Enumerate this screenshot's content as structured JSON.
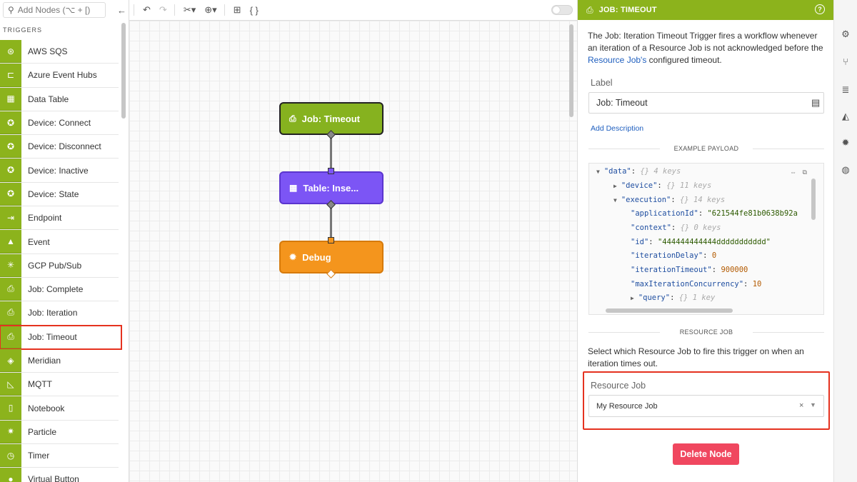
{
  "palette": {
    "search_placeholder": "Add Nodes (⌥ + [)",
    "section_heading": "TRIGGERS",
    "items": [
      {
        "label": "AWS SQS",
        "icon": "aws-sqs-icon",
        "glyph": "⊛"
      },
      {
        "label": "Azure Event Hubs",
        "icon": "azure-event-hubs-icon",
        "glyph": "⊏"
      },
      {
        "label": "Data Table",
        "icon": "data-table-icon",
        "glyph": "▦"
      },
      {
        "label": "Device: Connect",
        "icon": "device-connect-icon",
        "glyph": "✪"
      },
      {
        "label": "Device: Disconnect",
        "icon": "device-disconnect-icon",
        "glyph": "✪"
      },
      {
        "label": "Device: Inactive",
        "icon": "device-inactive-icon",
        "glyph": "✪"
      },
      {
        "label": "Device: State",
        "icon": "device-state-icon",
        "glyph": "✪"
      },
      {
        "label": "Endpoint",
        "icon": "endpoint-icon",
        "glyph": "⇥"
      },
      {
        "label": "Event",
        "icon": "event-warning-icon",
        "glyph": "▲"
      },
      {
        "label": "GCP Pub/Sub",
        "icon": "gcp-pubsub-icon",
        "glyph": "✳"
      },
      {
        "label": "Job: Complete",
        "icon": "job-complete-icon",
        "glyph": "⎙"
      },
      {
        "label": "Job: Iteration",
        "icon": "job-iteration-icon",
        "glyph": "⎙"
      },
      {
        "label": "Job: Timeout",
        "icon": "job-timeout-icon",
        "glyph": "⎙"
      },
      {
        "label": "Meridian",
        "icon": "meridian-icon",
        "glyph": "◈"
      },
      {
        "label": "MQTT",
        "icon": "mqtt-icon",
        "glyph": "◺"
      },
      {
        "label": "Notebook",
        "icon": "notebook-icon",
        "glyph": "▯"
      },
      {
        "label": "Particle",
        "icon": "particle-icon",
        "glyph": "✷"
      },
      {
        "label": "Timer",
        "icon": "timer-icon",
        "glyph": "◷"
      },
      {
        "label": "Virtual Button",
        "icon": "virtual-button-icon",
        "glyph": "●"
      }
    ]
  },
  "workflow": {
    "nodes": [
      {
        "label": "Job: Timeout",
        "color": "#86b21f",
        "icon": "job-timeout-icon",
        "glyph": "⎙"
      },
      {
        "label": "Table: Inse...",
        "color": "#7c55f5",
        "icon": "data-table-icon",
        "glyph": "▦"
      },
      {
        "label": "Debug",
        "color": "#f4951d",
        "icon": "bug-icon",
        "glyph": "✹"
      }
    ]
  },
  "panel": {
    "title": "Job: Timeout",
    "description_pre": "The Job: Iteration Timeout Trigger fires a workflow whenever an iteration of a Resource Job is not acknowledged before the ",
    "description_link": "Resource Job's",
    "description_post": " configured timeout.",
    "label_caption": "Label",
    "label_value": "Job: Timeout",
    "add_description": "Add Description",
    "example_payload_title": "EXAMPLE PAYLOAD",
    "payload": {
      "data_key": "\"data\"",
      "data_meta": "{}  4 keys",
      "device_key": "\"device\"",
      "device_meta": "{}  11 keys",
      "execution_key": "\"execution\"",
      "execution_meta": "{}  14 keys",
      "applicationId_key": "\"applicationId\"",
      "applicationId_val": "\"621544fe81b0638b92a",
      "context_key": "\"context\"",
      "context_meta": "{}  0 keys",
      "id_key": "\"id\"",
      "id_val": "\"444444444444ddddddddddd\"",
      "iterationDelay_key": "\"iterationDelay\"",
      "iterationDelay_val": "0",
      "iterationTimeout_key": "\"iterationTimeout\"",
      "iterationTimeout_val": "900000",
      "maxIterationConcurrency_key": "\"maxIterationConcurrency\"",
      "maxIterationConcurrency_val": "10",
      "query_key": "\"query\"",
      "query_meta": "{}  1 key"
    },
    "resource_job_title": "RESOURCE JOB",
    "resource_job_description": "Select which Resource Job to fire this trigger on when an iteration times out.",
    "resource_job_caption": "Resource Job",
    "resource_job_value": "My Resource Job",
    "delete_label": "Delete Node"
  },
  "colors": {
    "trigger_green": "#8cb31c",
    "highlight_red": "#e5321f",
    "delete_red": "#f0475f",
    "link_blue": "#1f5fbf"
  }
}
